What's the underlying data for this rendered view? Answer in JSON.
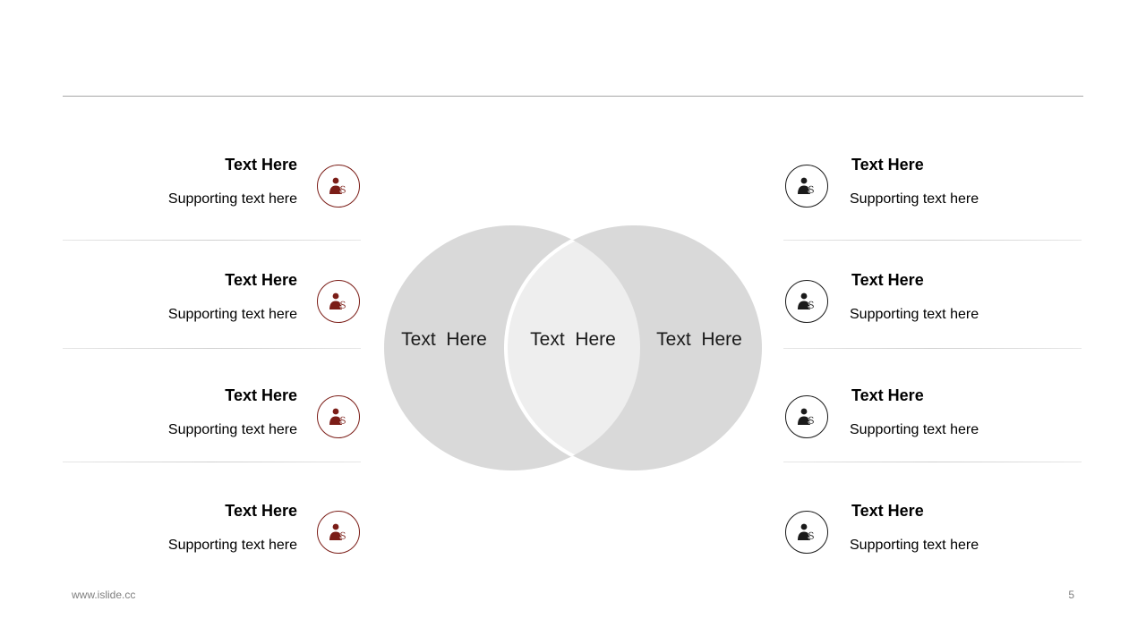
{
  "colors": {
    "accent": "#7b1d17",
    "dark": "#1a1a1a",
    "venn_fill": "#d9d9d9",
    "venn_overlap": "#eeeeee",
    "rule": "#a6a6a6"
  },
  "left_items": [
    {
      "title": "Text Here",
      "subtitle": "Supporting text here",
      "icon": "businessman-dollar-icon"
    },
    {
      "title": "Text Here",
      "subtitle": "Supporting text here",
      "icon": "businessman-dollar-icon"
    },
    {
      "title": "Text Here",
      "subtitle": "Supporting text here",
      "icon": "businessman-dollar-icon"
    },
    {
      "title": "Text Here",
      "subtitle": "Supporting text here",
      "icon": "businessman-dollar-icon"
    }
  ],
  "right_items": [
    {
      "title": "Text Here",
      "subtitle": "Supporting text here",
      "icon": "businessman-dollar-icon"
    },
    {
      "title": "Text Here",
      "subtitle": "Supporting text here",
      "icon": "businessman-dollar-icon"
    },
    {
      "title": "Text Here",
      "subtitle": "Supporting text here",
      "icon": "businessman-dollar-icon"
    },
    {
      "title": "Text Here",
      "subtitle": "Supporting text here",
      "icon": "businessman-dollar-icon"
    }
  ],
  "venn": {
    "left_label": "Text  Here",
    "center_label": "Text  Here",
    "right_label": "Text  Here"
  },
  "footer": {
    "website": "www.islide.cc",
    "page_number": "5"
  }
}
